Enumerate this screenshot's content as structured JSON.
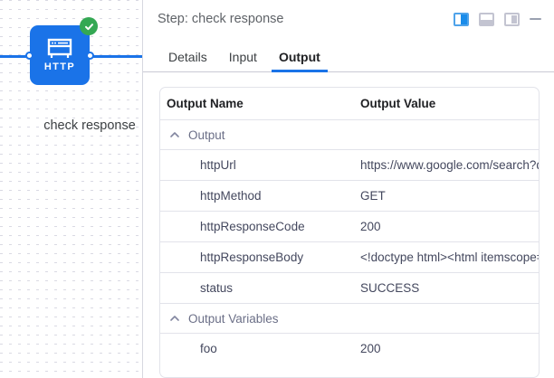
{
  "canvas": {
    "node": {
      "type_label": "HTTP",
      "name": "check response",
      "status": "success-check-badge",
      "icon": "http-browser-icon",
      "color": "#1a73e8",
      "status_color": "#34a853"
    },
    "edge_color": "#1a73e8"
  },
  "panel": {
    "header": {
      "title": "Step: check response",
      "actions": [
        {
          "name": "dock-right-layout",
          "icon": "panel-dock-right-icon",
          "active": true
        },
        {
          "name": "dock-bottom-layout",
          "icon": "panel-dock-bottom-icon",
          "active": false
        },
        {
          "name": "dock-side-layout",
          "icon": "panel-dock-side-icon",
          "active": false
        },
        {
          "name": "minimize-panel",
          "icon": "minimize-icon",
          "active": false
        }
      ]
    },
    "tabs": [
      {
        "label": "Details",
        "active": false
      },
      {
        "label": "Input",
        "active": false
      },
      {
        "label": "Output",
        "active": true
      }
    ],
    "accent_color": "#1a73e8",
    "table": {
      "columns": [
        "Output Name",
        "Output Value"
      ],
      "groups": [
        {
          "label": "Output",
          "expanded": true,
          "rows": [
            {
              "name": "httpUrl",
              "value": "https://www.google.com/search?q="
            },
            {
              "name": "httpMethod",
              "value": "GET"
            },
            {
              "name": "httpResponseCode",
              "value": "200"
            },
            {
              "name": "httpResponseBody",
              "value": "<!doctype html><html itemscope='"
            },
            {
              "name": "status",
              "value": "SUCCESS"
            }
          ]
        },
        {
          "label": "Output Variables",
          "expanded": true,
          "rows": [
            {
              "name": "foo",
              "value": "200"
            }
          ]
        }
      ]
    }
  }
}
